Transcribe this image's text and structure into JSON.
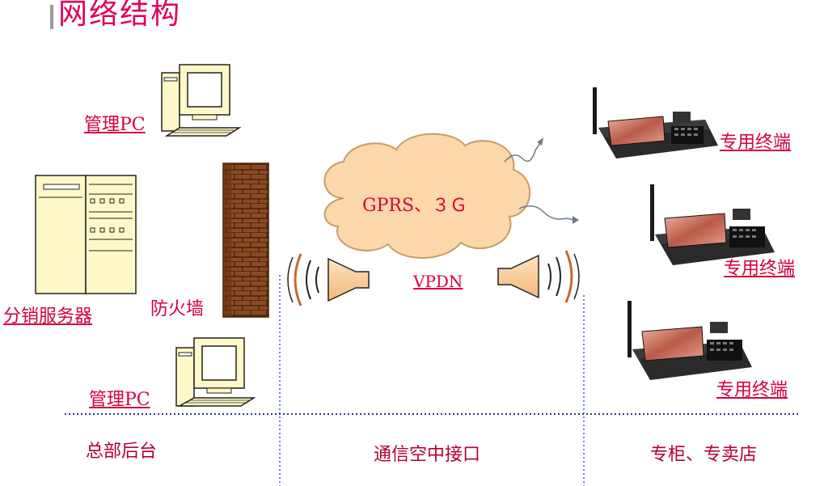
{
  "title": "网络结构",
  "labels": {
    "pc_top": "管理PC",
    "pc_bottom": "管理PC",
    "server": "分销服务器",
    "firewall": "防火墙",
    "cloud": "GPRS、３Ｇ",
    "vpdn": "VPDN",
    "terminal_1": "专用终端",
    "terminal_2": "专用终端",
    "terminal_3": "专用终端"
  },
  "zones": {
    "hq": "总部后台",
    "air": "通信空中接口",
    "store": "专柜、专卖店"
  },
  "colors": {
    "title": "#e0005a",
    "label": "#d6003d",
    "zone": "#b8002e",
    "cloud": "#fcd7a9",
    "divider": "#2233aa",
    "firewall": "#8b4a22"
  }
}
